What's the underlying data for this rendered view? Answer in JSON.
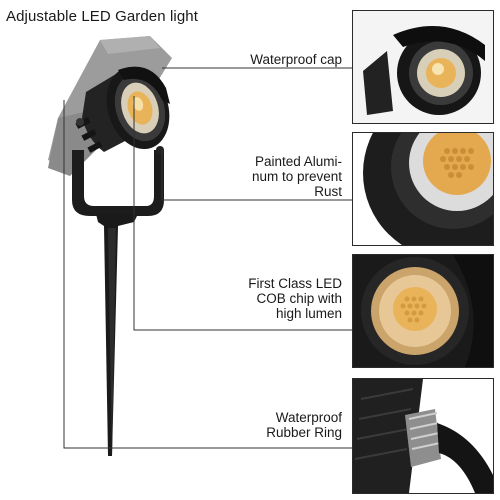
{
  "title": "Adjustable LED Garden light",
  "callouts": [
    {
      "label_lines": [
        "Waterproof cap"
      ]
    },
    {
      "label_lines": [
        "Painted Alumi-",
        "num to prevent",
        "Rust"
      ]
    },
    {
      "label_lines": [
        "First Class LED",
        "COB chip with",
        "high lumen"
      ]
    },
    {
      "label_lines": [
        "Waterproof",
        "Rubber Ring"
      ]
    }
  ],
  "colors": {
    "fixture_black": "#1c1c1c",
    "ghost_gray": "#9a9a9a",
    "led_yellow": "#e9b35a",
    "leader_line": "#333333"
  }
}
